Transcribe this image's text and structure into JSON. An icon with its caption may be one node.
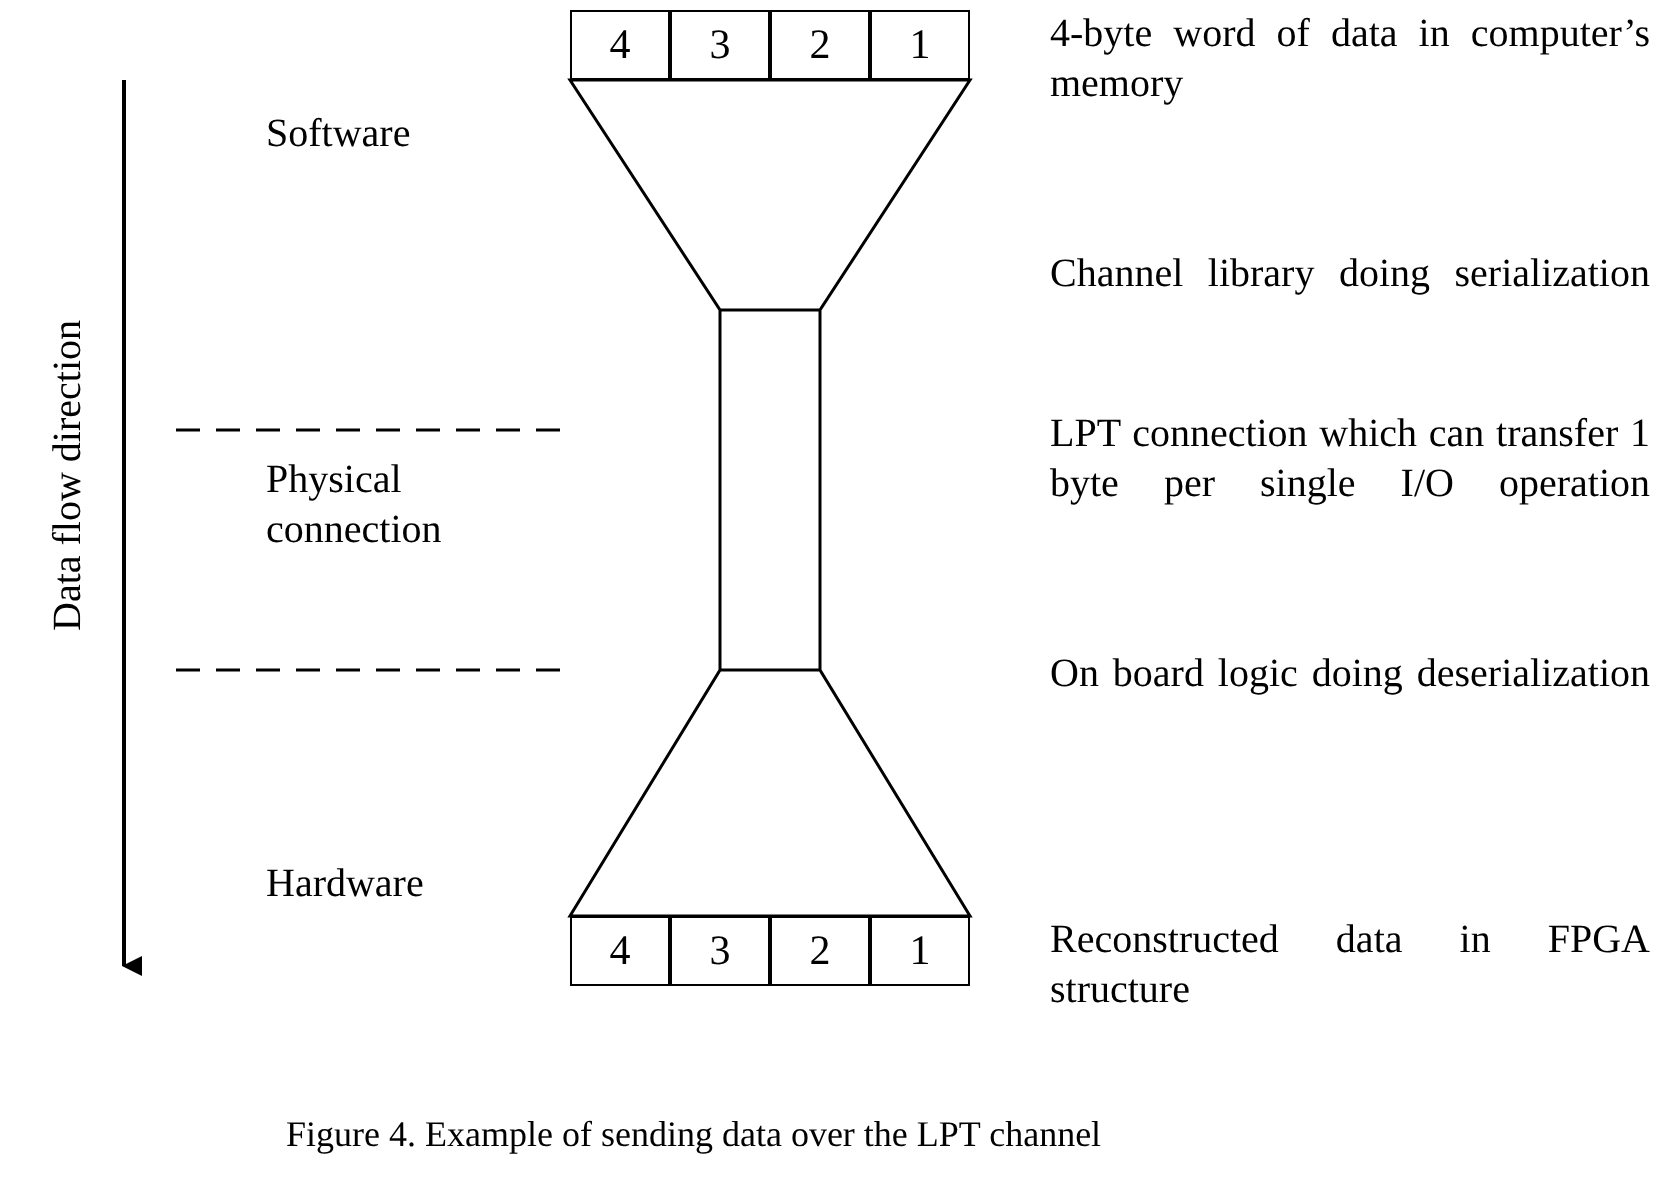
{
  "diagram": {
    "caption": "Figure 4. Example of sending data over the LPT channel",
    "nodes": [
      {
        "text": [
          "4"
        ]
      },
      {
        "text": [
          "3"
        ]
      },
      {
        "text": [
          "2"
        ]
      },
      {
        "text": [
          "1"
        ]
      },
      {
        "text": [
          "4"
        ]
      },
      {
        "text": [
          "3"
        ]
      },
      {
        "text": [
          "2"
        ]
      },
      {
        "text": [
          "1"
        ]
      }
    ],
    "labels": [
      "4-byte word of data in computer’s memory",
      "Software",
      "Channel library doing serialization",
      "Data flow direction",
      "Physical connection",
      "LPT connection which can transfer 1 byte per single I/O operation",
      "On board logic doing deserialization",
      "Hardware",
      "Reconstructed data in FPGA structure"
    ]
  }
}
